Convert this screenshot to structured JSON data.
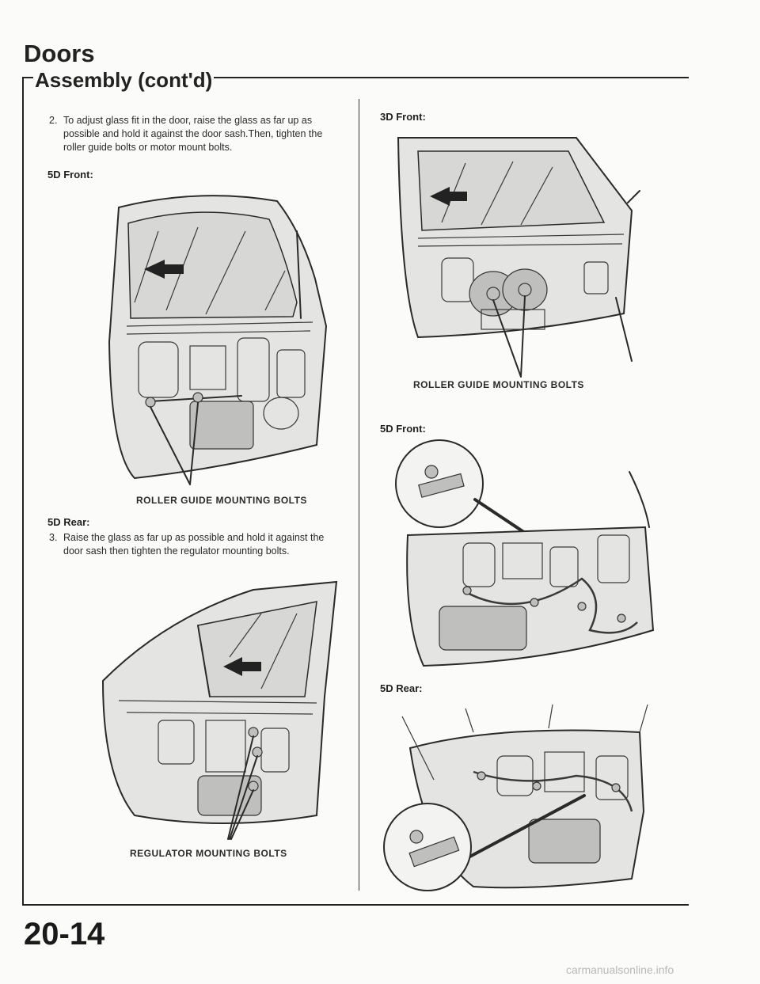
{
  "page": {
    "section_title": "Doors",
    "subsection_title": "Assembly (cont'd)",
    "page_number": "20-14",
    "footer_url": "carmanualsonline.info"
  },
  "left_column": {
    "step2": {
      "number": "2.",
      "text": "To adjust glass fit in the door, raise the glass as far up as possible and hold it against the door sash.Then, tighten the roller guide bolts or motor mount bolts."
    },
    "fig1_label": "5D Front:",
    "fig1_caption": "ROLLER GUIDE MOUNTING BOLTS",
    "fig2_label": "5D Rear:",
    "step3": {
      "number": "3.",
      "text": "Raise the glass as far up as possible and hold it against the door sash then tighten the regulator mounting bolts."
    },
    "fig2_caption": "REGULATOR MOUNTING BOLTS"
  },
  "right_column": {
    "fig3_label": "3D Front:",
    "fig3_caption": "ROLLER GUIDE MOUNTING BOLTS",
    "fig4_label": "5D Front:",
    "fig5_label": "5D Rear:"
  }
}
